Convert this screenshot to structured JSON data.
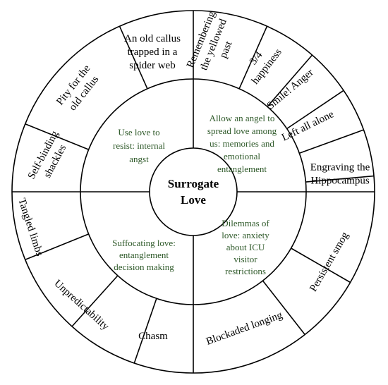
{
  "center": {
    "lines": [
      "Surrogate",
      "Love"
    ]
  },
  "quadrants": [
    {
      "lines": [
        "Use love to",
        "resist: internal",
        "angst"
      ]
    },
    {
      "lines": [
        "Allow an angel to",
        "spread love among",
        "us: memories and",
        "emotional",
        "entanglement"
      ]
    },
    {
      "lines": [
        "Dilemmas of",
        "love: anxiety",
        "about ICU",
        "visitor",
        "restrictions"
      ]
    },
    {
      "lines": [
        "Suffocating love:",
        "entanglement",
        "decision making"
      ]
    }
  ],
  "outer_segments": [
    {
      "lines": [
        "An old callus",
        "trapped in a",
        "spider web"
      ]
    },
    {
      "lines": [
        "Remembering",
        "the yellowed",
        "past"
      ]
    },
    {
      "lines": [
        "3/4",
        "happiness"
      ]
    },
    {
      "lines": [
        "Smile! Anger"
      ]
    },
    {
      "lines": [
        "Left all alone"
      ]
    },
    {
      "lines": [
        "Engraving the",
        "Hippocampus"
      ]
    },
    {
      "lines": [
        "Persistent smog"
      ]
    },
    {
      "lines": [
        "Blockaded longing"
      ]
    },
    {
      "lines": [
        "Chasm"
      ]
    },
    {
      "lines": [
        "Unpredictability"
      ]
    },
    {
      "lines": [
        "Tangled limbs"
      ]
    },
    {
      "lines": [
        "Self-binding",
        "shackles"
      ]
    },
    {
      "lines": [
        "Pity for the",
        "old callus"
      ]
    }
  ],
  "colors": {
    "stroke": "#000000",
    "inner_text": "#2f5a2a",
    "outer_text": "#000000"
  }
}
